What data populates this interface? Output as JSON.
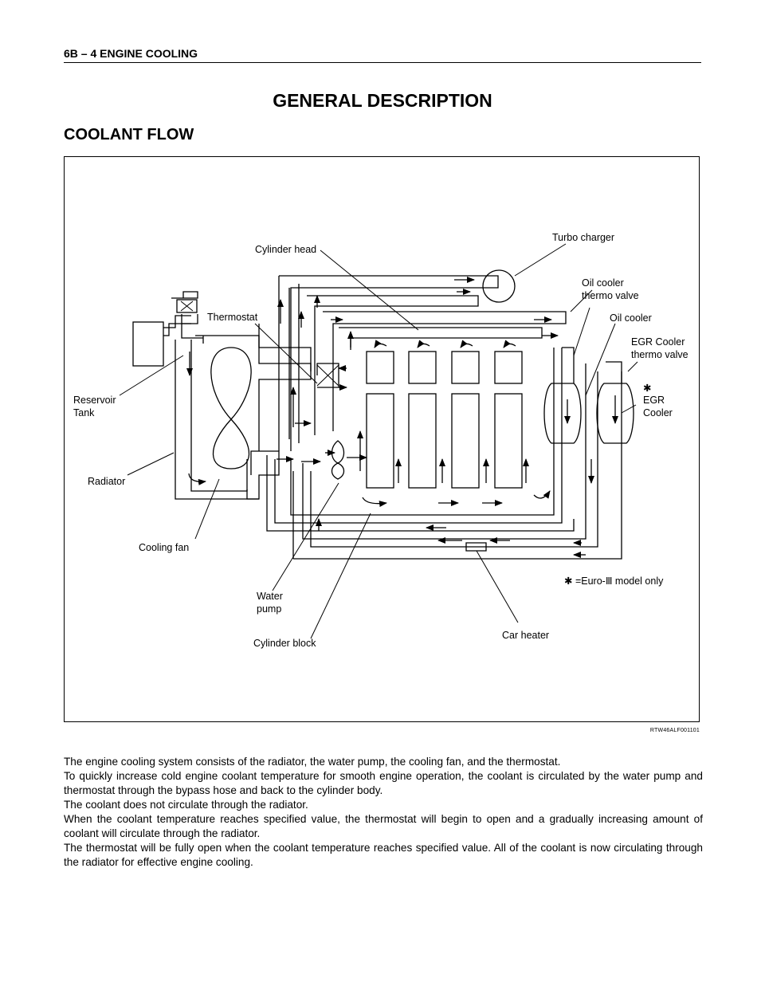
{
  "header": {
    "section": "6B – 4  ENGINE COOLING"
  },
  "title": "GENERAL DESCRIPTION",
  "section_title": "COOLANT FLOW",
  "diagram": {
    "labels": {
      "turbo_charger": "Turbo charger",
      "cylinder_head": "Cylinder head",
      "oil_cooler_thermo_valve_1": "Oil cooler",
      "oil_cooler_thermo_valve_2": "thermo valve",
      "thermostat": "Thermostat",
      "oil_cooler": "Oil cooler",
      "egr_cooler_thermo_valve_1": "EGR Cooler",
      "egr_cooler_thermo_valve_2": "thermo valve",
      "reservoir_tank_1": "Reservoir",
      "reservoir_tank_2": "Tank",
      "asterisk": "✱",
      "egr_cooler_1": "EGR",
      "egr_cooler_2": "Cooler",
      "radiator": "Radiator",
      "cooling_fan": "Cooling fan",
      "note": "✱ =Euro-Ⅲ model only",
      "water_pump_1": "Water",
      "water_pump_2": "pump",
      "car_heater": "Car heater",
      "cylinder_block": "Cylinder block"
    },
    "figure_code": "RTW46ALF001101"
  },
  "body": {
    "paragraphs": [
      "The engine cooling system consists of the radiator, the water pump, the cooling fan, and the thermostat.",
      "To quickly increase cold engine coolant temperature for smooth engine operation, the coolant is circulated by the water pump and thermostat through the bypass hose and back to the cylinder body.",
      "The coolant does not circulate through the radiator.",
      "When the coolant temperature reaches specified value, the thermostat will begin to open and a gradually increasing amount of coolant will circulate through the radiator.",
      "The thermostat will be fully open when the coolant temperature reaches specified value. All of the coolant is now circulating through the radiator for effective engine cooling."
    ]
  }
}
